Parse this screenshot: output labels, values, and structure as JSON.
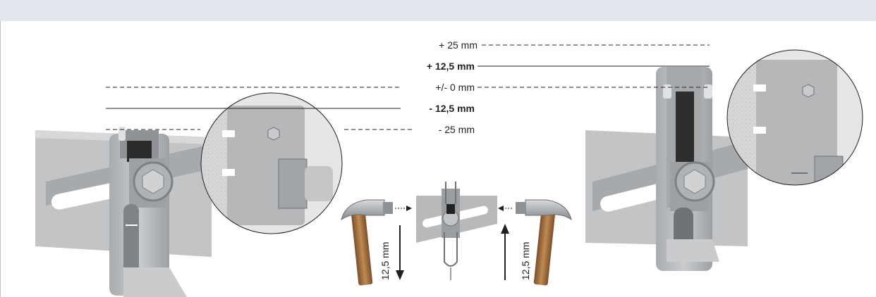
{
  "header": {
    "band_color": "#e4e8ee"
  },
  "levels": [
    {
      "id": "plus25",
      "label": "+ 25 mm",
      "bold": false,
      "style": "dashed"
    },
    {
      "id": "plus125",
      "label": "+ 12,5 mm",
      "bold": true,
      "style": "solid"
    },
    {
      "id": "zero",
      "label": "+/- 0 mm",
      "bold": false,
      "style": "dashed"
    },
    {
      "id": "minus125",
      "label": "- 12,5 mm",
      "bold": true,
      "style": "solid"
    },
    {
      "id": "minus25",
      "label": "- 25 mm",
      "bold": false,
      "style": "dashed"
    }
  ],
  "adjustments": {
    "down": {
      "label": "12,5 mm",
      "direction": "down"
    },
    "up": {
      "label": "12,5 mm",
      "direction": "up"
    }
  },
  "colors": {
    "steel": "#b7b9bb",
    "steel_dark": "#8f9296",
    "hammer_handle": "#a0703f",
    "hammer_head": "#9fa3a7",
    "line": "#231f20"
  },
  "icons": [
    "bracket-illustration",
    "zoom-detail-circle",
    "hammer-icon",
    "arrow-icon"
  ]
}
